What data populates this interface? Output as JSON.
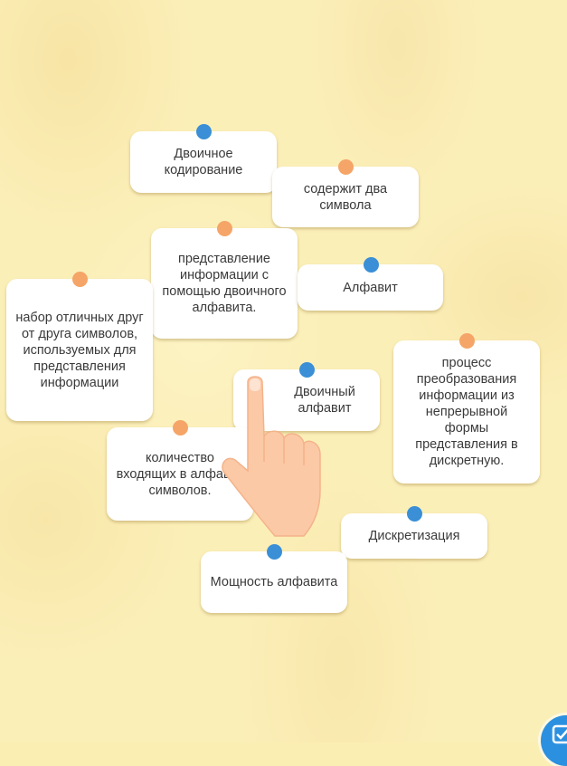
{
  "cards": {
    "binary_coding": "Двоичное кодирование",
    "contains_two": "содержит два символа",
    "representation": "представление информации с помощью двоичного алфавита.",
    "alphabet": "Алфавит",
    "set_of_symbols": "набор отличных друг от друга символов, используемых для представления информации",
    "discretization_process": "процесс преобразования информации из непрерывной формы представления в дискретную.",
    "binary_alphabet": "Двоичный алфавит",
    "symbol_count": "количество входящих в алфавит символов.",
    "discretization": "Дискретизация",
    "alphabet_power": "Мощность алфавита"
  },
  "colors": {
    "term_pin": "#3a8fd6",
    "definition_pin": "#f5a567",
    "background": "#fbefb8"
  },
  "icons": {
    "hand": "pointing-hand-icon",
    "fab": "check-icon"
  }
}
